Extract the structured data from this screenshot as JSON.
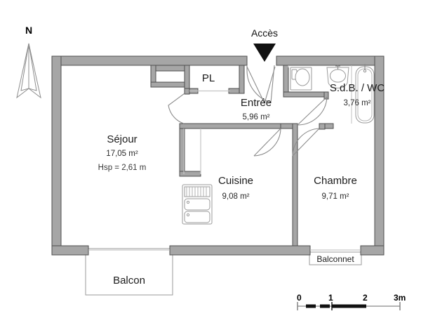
{
  "document": {
    "type": "floor-plan",
    "title": "Plan d'appartement"
  },
  "compass": {
    "label": "N",
    "icon": "compass-north-arrow-icon"
  },
  "access": {
    "label": "Accès",
    "icon": "down-chevron-icon"
  },
  "rooms": [
    {
      "key": "sejour",
      "name": "Séjour",
      "area": "17,05 m²",
      "height_label": "Hsp = 2,61 m"
    },
    {
      "key": "pl",
      "name": "PL",
      "area": ""
    },
    {
      "key": "entree",
      "name": "Entrée",
      "area": "5,96 m²"
    },
    {
      "key": "sdb_wc",
      "name": "S.d.B. / WC",
      "area": "3,76 m²"
    },
    {
      "key": "cuisine",
      "name": "Cuisine",
      "area": "9,08 m²"
    },
    {
      "key": "chambre",
      "name": "Chambre",
      "area": "9,71 m²"
    }
  ],
  "outdoor": [
    {
      "key": "balcon",
      "name": "Balcon"
    },
    {
      "key": "balconnet",
      "name": "Balconnet"
    }
  ],
  "fixtures": [
    {
      "key": "wc",
      "name": "toilet-fixture"
    },
    {
      "key": "lavabo",
      "name": "washbasin-fixture"
    },
    {
      "key": "baignoire",
      "name": "bathtub-fixture"
    },
    {
      "key": "evier",
      "name": "kitchen-sink-fixture"
    }
  ],
  "scale_bar": {
    "ticks": [
      "0",
      "1",
      "2",
      "3m"
    ],
    "unit": "m",
    "segments": 3
  },
  "colors": {
    "wall_fill": "#a6a6a6",
    "wall_stroke": "#4a4a4a",
    "thin_line": "#9a9a9a",
    "text": "#1b1b1b",
    "background": "#ffffff"
  }
}
